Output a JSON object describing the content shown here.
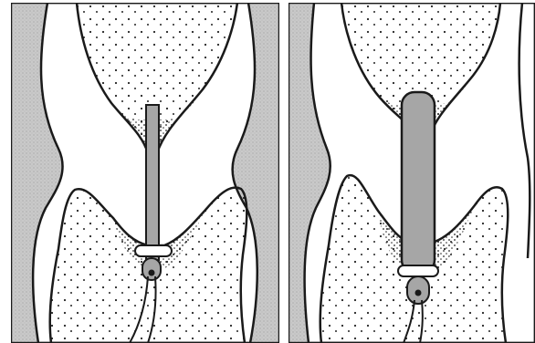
{
  "figure": {
    "panels": [
      {
        "id": "left",
        "device": "thin-rod"
      },
      {
        "id": "right",
        "device": "thick-rod"
      }
    ],
    "colors": {
      "background_shading": "#c9c9c9",
      "tissue": "#ffffff",
      "outline": "#1a1a1a",
      "device_fill": "#a6a6a6",
      "stipple": "#222222"
    }
  }
}
